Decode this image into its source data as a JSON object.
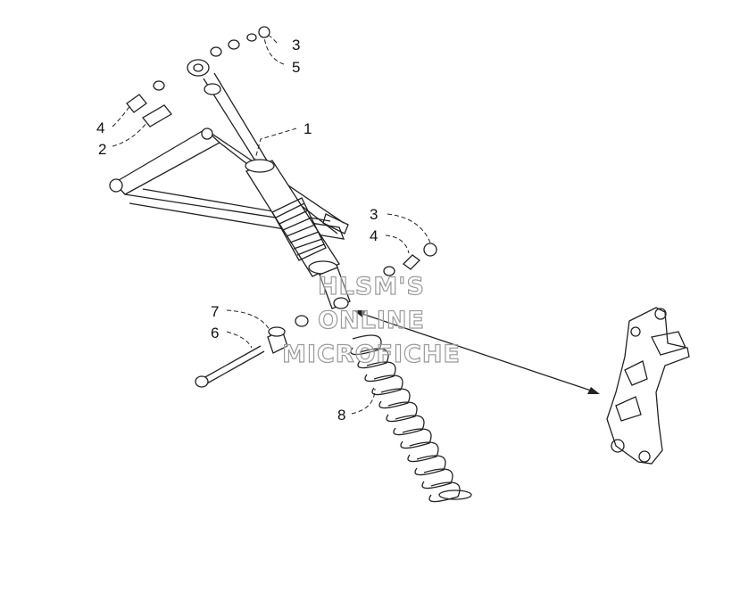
{
  "labels": {
    "l1": "1",
    "l2": "2",
    "l3a": "3",
    "l3b": "3",
    "l4a": "4",
    "l4b": "4",
    "l5": "5",
    "l6": "6",
    "l7": "7",
    "l8": "8"
  },
  "watermark": {
    "line1": "HLSM'S",
    "line2": "ONLINE",
    "line3": "MICROFICHE"
  }
}
